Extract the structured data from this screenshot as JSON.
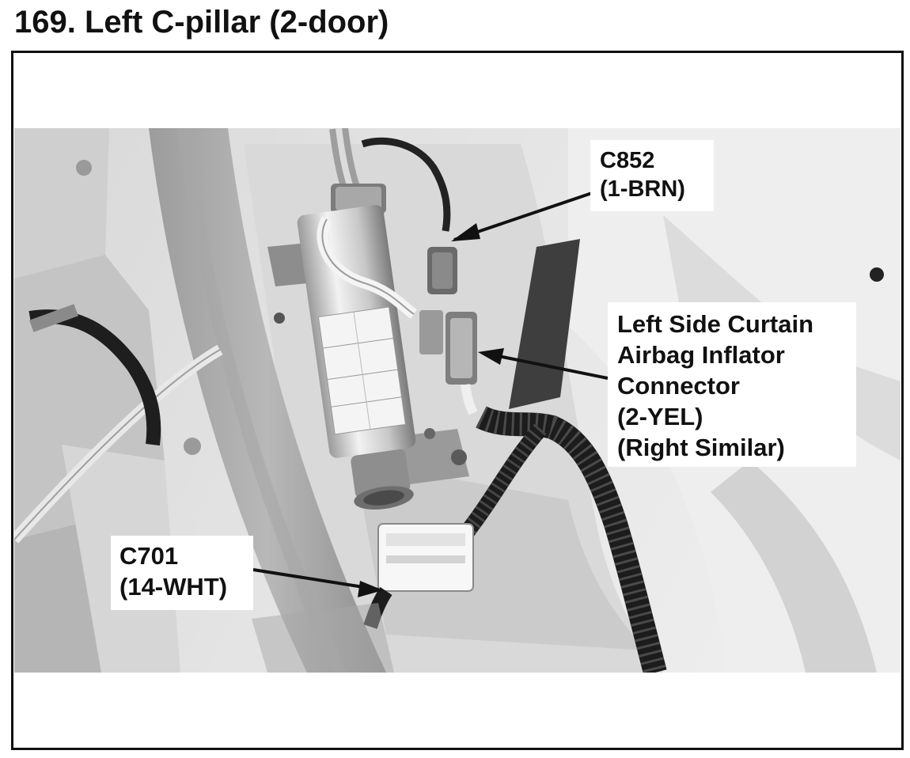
{
  "title": "169. Left C-pillar (2-door)",
  "callouts": {
    "c852": {
      "lines": [
        "C852",
        "(1-BRN)"
      ]
    },
    "curtain_airbag": {
      "lines": [
        "Left Side Curtain",
        "Airbag Inflator",
        "Connector",
        "(2-YEL)",
        "(Right Similar)"
      ]
    },
    "c701": {
      "lines": [
        "C701",
        "(14-WHT)"
      ]
    }
  },
  "colors": {
    "ink": "#111111",
    "photo_light": "#e6e6e6",
    "photo_mid": "#bdbdbd",
    "photo_dark": "#1e1e1e"
  }
}
